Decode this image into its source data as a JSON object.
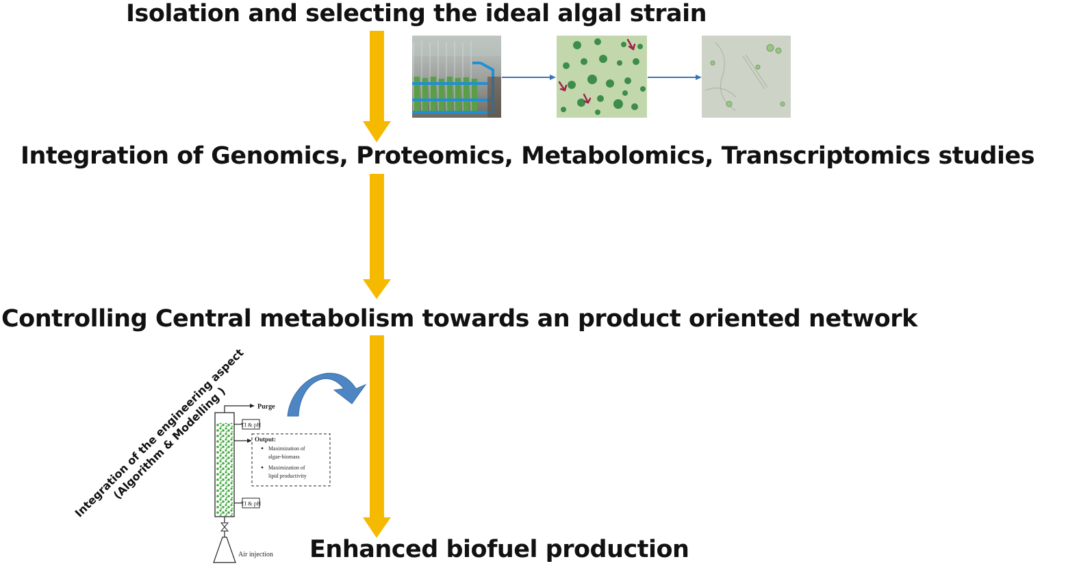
{
  "steps": [
    "Isolation and selecting the ideal algal strain",
    "Integration of Genomics, Proteomics, Metabolomics, Transcriptomics studies",
    "Controlling Central metabolism towards an product oriented network",
    "Enhanced biofuel production"
  ],
  "engineering_label": {
    "line1": "Integration of the engineering aspect",
    "line2": "(Algorithm & Modelling )"
  },
  "reactor": {
    "purge": "Purge",
    "sensor_top": "TI & pH",
    "sensor_bottom": "TI & pH",
    "output_title": "Output:",
    "output_items": [
      "Maximization of",
      "algae-biomass",
      "Maximization of",
      "lipid productivity"
    ],
    "air": "Air injection"
  },
  "images": [
    "culture-tubes-photo",
    "algae-colonies-micrograph",
    "algal-cells-micrograph"
  ],
  "colors": {
    "arrow": "#F5BA00",
    "flow_arrow": "#3A73B3",
    "curved_arrow": "#4D86C2",
    "cells": "#3FA83F"
  }
}
